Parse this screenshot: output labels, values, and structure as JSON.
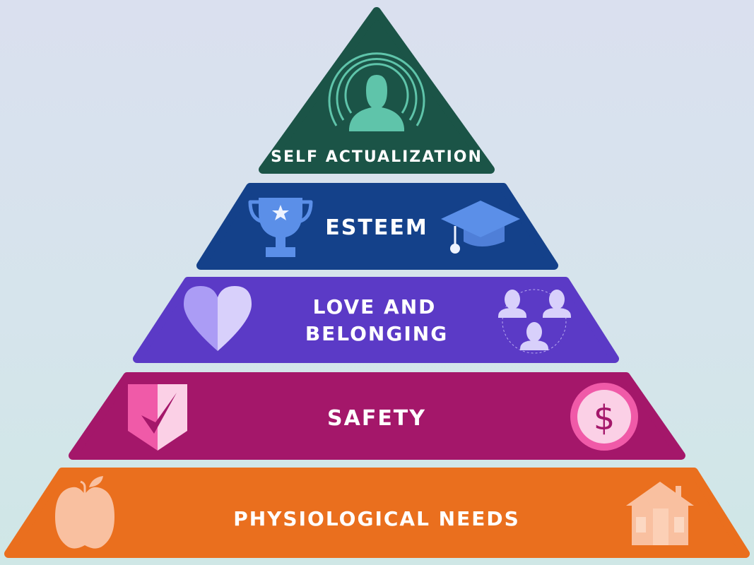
{
  "levels": [
    {
      "label": "SELF ACTUALIZATION",
      "color": "#1b5447",
      "icons": [
        "person-radiating-icon"
      ]
    },
    {
      "label": "ESTEEM",
      "color": "#14418a",
      "icons": [
        "trophy-star-icon",
        "graduation-cap-icon"
      ]
    },
    {
      "label_line1": "LOVE AND",
      "label_line2": "BELONGING",
      "color": "#5b3ac6",
      "icons": [
        "heart-icon",
        "people-group-icon"
      ]
    },
    {
      "label": "SAFETY",
      "color": "#a4176a",
      "icons": [
        "shield-check-icon",
        "dollar-coin-icon"
      ]
    },
    {
      "label": "PHYSIOLOGICAL NEEDS",
      "color": "#ea6f1e",
      "icons": [
        "apple-icon",
        "house-icon"
      ]
    }
  ]
}
